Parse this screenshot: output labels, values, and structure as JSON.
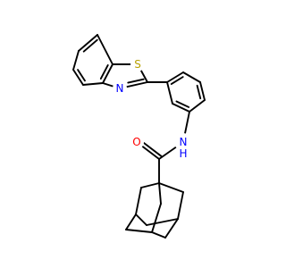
{
  "molecule": {
    "atoms": [
      {
        "id": "c1",
        "label": ""
      },
      {
        "id": "c2",
        "label": ""
      },
      {
        "id": "c3",
        "label": ""
      },
      {
        "id": "c4",
        "label": ""
      },
      {
        "id": "c5",
        "label": ""
      },
      {
        "id": "c6",
        "label": ""
      },
      {
        "id": "s1",
        "label": "S",
        "color": "#b8a000"
      },
      {
        "id": "c7",
        "label": ""
      },
      {
        "id": "n1",
        "label": "N",
        "color": "#0000ff"
      },
      {
        "id": "c8",
        "label": ""
      },
      {
        "id": "c9",
        "label": ""
      },
      {
        "id": "c10",
        "label": ""
      },
      {
        "id": "c11",
        "label": ""
      },
      {
        "id": "c12",
        "label": ""
      },
      {
        "id": "c13",
        "label": ""
      },
      {
        "id": "n2",
        "label": "N",
        "color": "#0000ff"
      },
      {
        "id": "h1",
        "label": "H",
        "color": "#0000ff"
      },
      {
        "id": "c14",
        "label": ""
      },
      {
        "id": "o1",
        "label": "O",
        "color": "#ff0000"
      },
      {
        "id": "c15",
        "label": ""
      },
      {
        "id": "c16",
        "label": ""
      },
      {
        "id": "c17",
        "label": ""
      },
      {
        "id": "c18",
        "label": ""
      },
      {
        "id": "c19",
        "label": ""
      },
      {
        "id": "c20",
        "label": ""
      },
      {
        "id": "c21",
        "label": ""
      },
      {
        "id": "c22",
        "label": ""
      },
      {
        "id": "c23",
        "label": ""
      },
      {
        "id": "c24",
        "label": ""
      }
    ],
    "bonds": [
      {
        "a": "c1",
        "b": "c2",
        "order": 1
      },
      {
        "a": "c2",
        "b": "c3",
        "order": 2
      },
      {
        "a": "c3",
        "b": "c4",
        "order": 1
      },
      {
        "a": "c4",
        "b": "c5",
        "order": 2
      },
      {
        "a": "c5",
        "b": "c6",
        "order": 1
      },
      {
        "a": "c6",
        "b": "c1",
        "order": 2
      },
      {
        "a": "c5",
        "b": "s1",
        "order": 1
      },
      {
        "a": "s1",
        "b": "c7",
        "order": 1
      },
      {
        "a": "c7",
        "b": "n1",
        "order": 2
      },
      {
        "a": "n1",
        "b": "c4",
        "order": 1
      },
      {
        "a": "c7",
        "b": "c8",
        "order": 1
      },
      {
        "a": "c8",
        "b": "c9",
        "order": 2
      },
      {
        "a": "c9",
        "b": "c10",
        "order": 1
      },
      {
        "a": "c10",
        "b": "c11",
        "order": 2
      },
      {
        "a": "c11",
        "b": "c12",
        "order": 1
      },
      {
        "a": "c12",
        "b": "c13",
        "order": 2
      },
      {
        "a": "c13",
        "b": "c8",
        "order": 1
      },
      {
        "a": "c12",
        "b": "n2",
        "order": 1
      },
      {
        "a": "n2",
        "b": "c14",
        "order": 1
      },
      {
        "a": "c14",
        "b": "o1",
        "order": 2
      },
      {
        "a": "c14",
        "b": "c15",
        "order": 1
      },
      {
        "a": "c15",
        "b": "c16",
        "order": 1
      },
      {
        "a": "c16",
        "b": "c17",
        "order": 1
      },
      {
        "a": "c15",
        "b": "c18",
        "order": 1
      },
      {
        "a": "c18",
        "b": "c19",
        "order": 1
      },
      {
        "a": "c15",
        "b": "c20",
        "order": 1
      },
      {
        "a": "c20",
        "b": "c21",
        "order": 1
      },
      {
        "a": "c17",
        "b": "c22",
        "order": 1
      },
      {
        "a": "c22",
        "b": "c21",
        "order": 1
      },
      {
        "a": "c17",
        "b": "c23",
        "order": 1
      },
      {
        "a": "c23",
        "b": "c19",
        "order": 1
      },
      {
        "a": "c19",
        "b": "c24",
        "order": 1
      },
      {
        "a": "c24",
        "b": "c21",
        "order": 1
      }
    ]
  }
}
